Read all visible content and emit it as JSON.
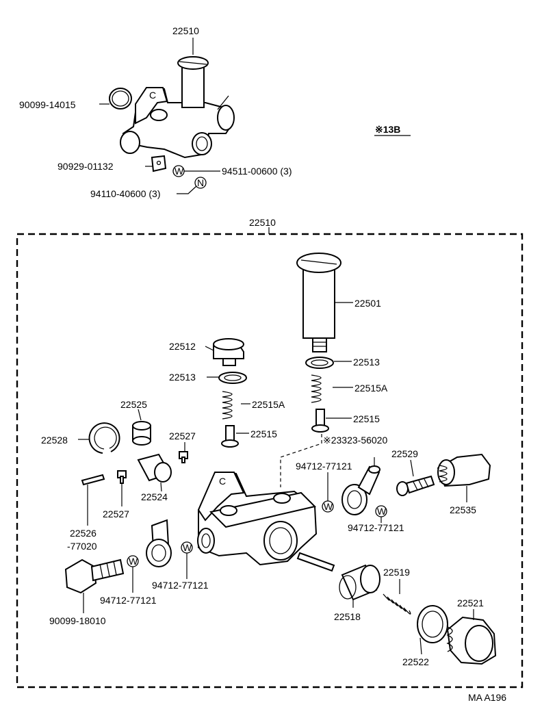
{
  "top_assembly": {
    "label_22510": "22510",
    "label_90099_14015": "90099-14015",
    "label_90929_01132": "90929-01132",
    "label_94511_00600": "94511-00600 (3)",
    "label_94110_40600": "94110-40600 (3)",
    "ref_note": "※13B",
    "washer_mark_w": "W",
    "nut_mark_n": "N"
  },
  "exploded_view": {
    "label_22510": "22510",
    "label_22501": "22501",
    "label_22512": "22512",
    "label_22513_left": "22513",
    "label_22513_right": "22513",
    "label_22515A_left": "22515A",
    "label_22515A_right": "22515A",
    "label_22515_left": "22515",
    "label_22515_right": "22515",
    "label_23323_56020": "※23323-56020",
    "label_22525": "22525",
    "label_22528": "22528",
    "label_22527_upper": "22527",
    "label_22527_lower": "22527",
    "label_22524": "22524",
    "label_22526": "22526",
    "label_22526_suffix": "-77020",
    "label_94712_77121_a": "94712-77121",
    "label_94712_77121_b": "94712-77121",
    "label_94712_77121_c": "94712-77121",
    "label_94712_77121_d": "94712-77121",
    "label_22529": "22529",
    "label_22535": "22535",
    "label_90099_18010": "90099-18010",
    "label_22519": "22519",
    "label_22518": "22518",
    "label_22521": "22521",
    "label_22522": "22522",
    "washer_mark_w": "W",
    "body_mark_c": "C"
  },
  "footer": {
    "diagram_code": "MA A196"
  }
}
